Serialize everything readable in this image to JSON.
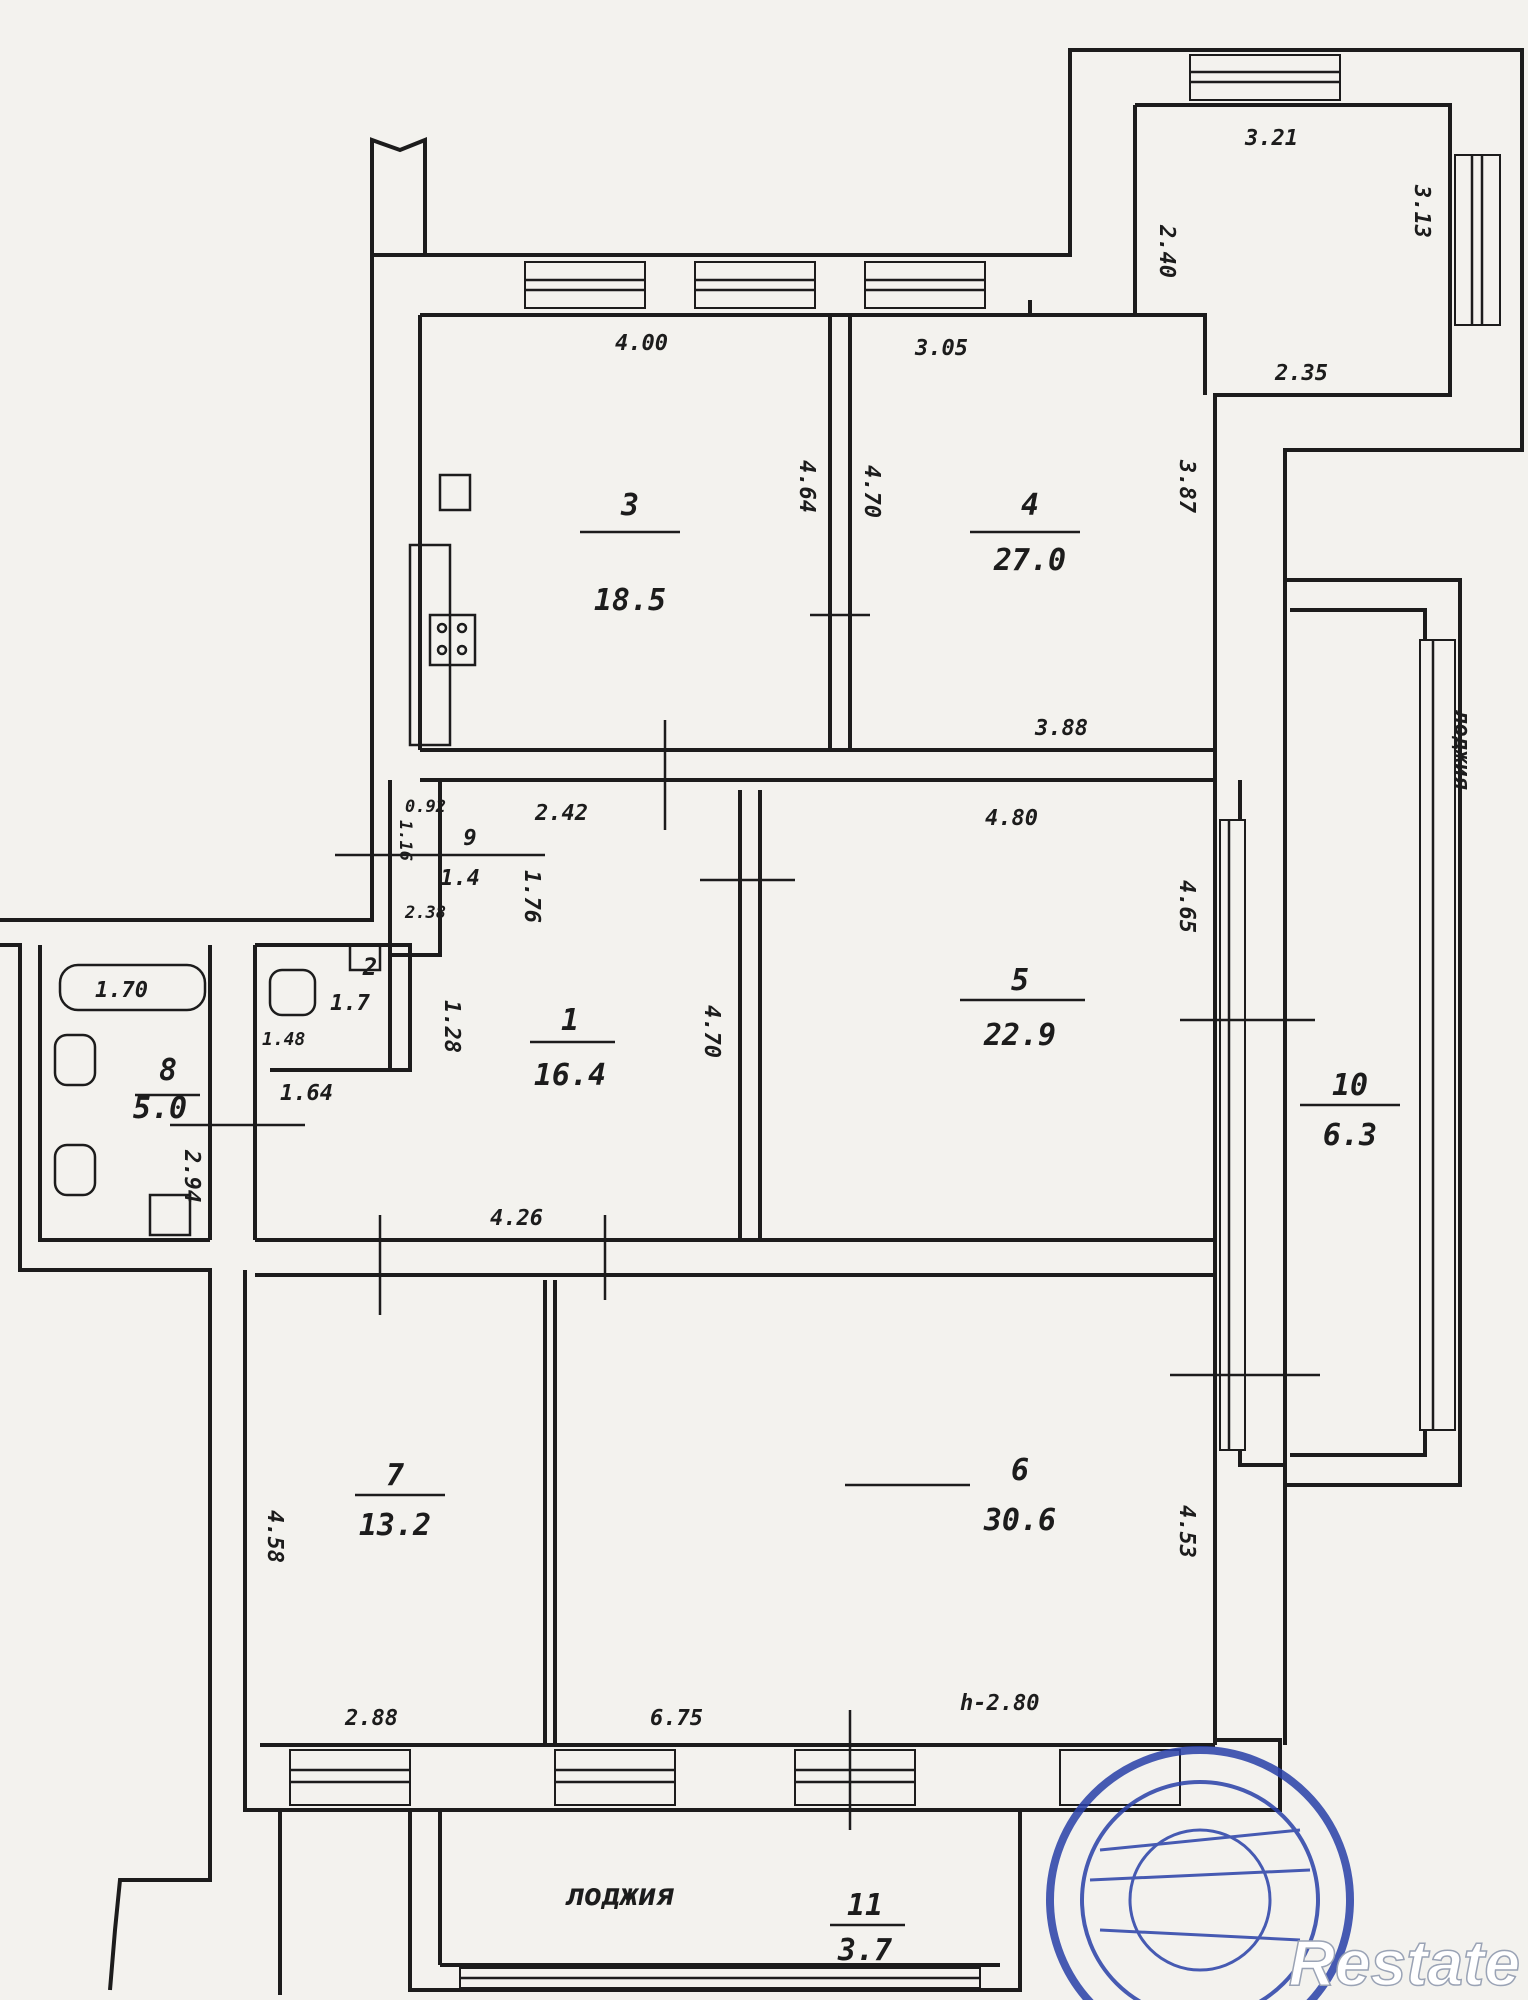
{
  "rooms": [
    {
      "id": "1",
      "area": "16.4"
    },
    {
      "id": "2",
      "area": "1.7"
    },
    {
      "id": "3",
      "area": "18.5"
    },
    {
      "id": "4",
      "area": "27.0"
    },
    {
      "id": "5",
      "area": "22.9"
    },
    {
      "id": "6",
      "area": "30.6"
    },
    {
      "id": "7",
      "area": "13.2"
    },
    {
      "id": "8",
      "area": "5.0"
    },
    {
      "id": "9",
      "area": "1.4"
    },
    {
      "id": "10",
      "area": "6.3"
    },
    {
      "id": "11",
      "area": "3.7"
    }
  ],
  "loggia_label": "лоджия",
  "loggia_vertical_label": "лоджия",
  "dimensions": {
    "d400": "4.00",
    "d305": "3.05",
    "d321": "3.21",
    "d240": "2.40",
    "d313": "3.13",
    "d235": "2.35",
    "d464": "4.64",
    "d470a": "4.70",
    "d387": "3.87",
    "d388": "3.88",
    "d242": "2.42",
    "d480": "4.80",
    "d092": "0.92",
    "d116": "1.16",
    "d176": "1.76",
    "d238": "2.38",
    "d465": "4.65",
    "d470b": "4.70",
    "d170": "1.70",
    "d148": "1.48",
    "d128": "1.28",
    "d164": "1.64",
    "d294": "2.94",
    "d426": "4.26",
    "d458": "4.58",
    "d453": "4.53",
    "d288": "2.88",
    "d675": "6.75",
    "d280": "h-2.80"
  },
  "watermark": "Restate"
}
